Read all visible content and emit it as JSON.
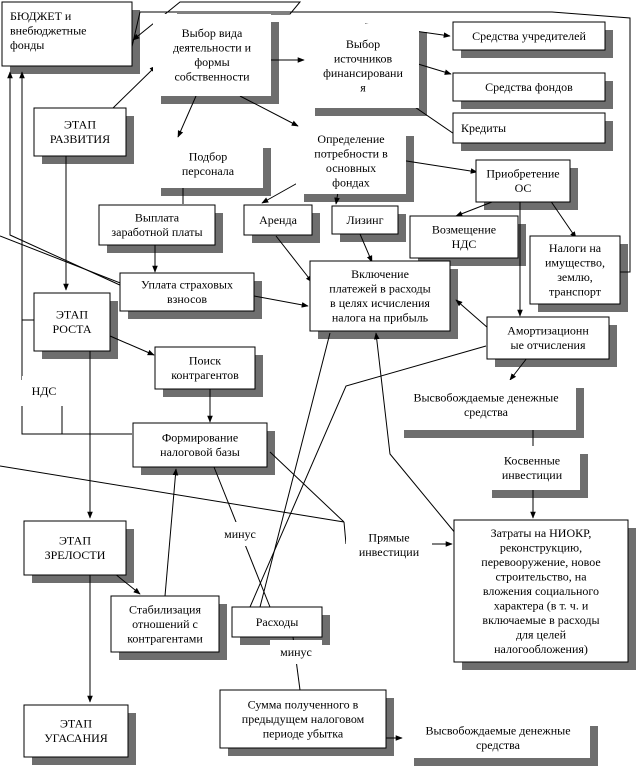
{
  "diagram": {
    "nodes": [
      {
        "id": "budget",
        "lines": [
          "БЮДЖЕТ и",
          "внебюджетные",
          "фонды"
        ],
        "box": true,
        "shadow": true,
        "align": "start"
      },
      {
        "id": "stage_dev",
        "lines": [
          "ЭТАП",
          "РАЗВИТИЯ"
        ],
        "box": true,
        "shadow": true,
        "align": "middle"
      },
      {
        "id": "choose_activity",
        "lines": [
          "Выбор вида",
          "деятельности и",
          "формы",
          "собственности"
        ],
        "box": false,
        "shadow": true,
        "align": "middle"
      },
      {
        "id": "choose_sources",
        "lines": [
          "Выбор",
          "источников",
          "финансировани",
          "я"
        ],
        "box": false,
        "shadow": true,
        "align": "middle"
      },
      {
        "id": "founders",
        "lines": [
          "Средства учредителей"
        ],
        "box": true,
        "shadow": true,
        "align": "middle"
      },
      {
        "id": "funds",
        "lines": [
          "Средства фондов"
        ],
        "box": true,
        "shadow": true,
        "align": "middle"
      },
      {
        "id": "credits",
        "lines": [
          "Кредиты"
        ],
        "box": true,
        "shadow": true,
        "align": "start"
      },
      {
        "id": "staff",
        "lines": [
          "Подбор",
          "персонала"
        ],
        "box": false,
        "shadow": true,
        "align": "middle"
      },
      {
        "id": "needs",
        "lines": [
          "Определение",
          "потребности в",
          "основных",
          "фондах"
        ],
        "box": false,
        "shadow": true,
        "align": "middle"
      },
      {
        "id": "os_acq",
        "lines": [
          "Приобретение",
          "ОС"
        ],
        "box": true,
        "shadow": true,
        "align": "middle"
      },
      {
        "id": "salary",
        "lines": [
          "Выплата",
          "заработной платы"
        ],
        "box": true,
        "shadow": true,
        "align": "middle"
      },
      {
        "id": "rent",
        "lines": [
          "Аренда"
        ],
        "box": true,
        "shadow": true,
        "align": "middle"
      },
      {
        "id": "leasing",
        "lines": [
          "Лизинг"
        ],
        "box": true,
        "shadow": true,
        "align": "middle"
      },
      {
        "id": "vat_refund",
        "lines": [
          "Возмещение",
          "НДС"
        ],
        "box": true,
        "shadow": true,
        "align": "middle"
      },
      {
        "id": "taxes",
        "lines": [
          "Налоги на",
          "имущество,",
          "землю,",
          "транспорт"
        ],
        "box": true,
        "shadow": true,
        "align": "middle"
      },
      {
        "id": "insurance",
        "lines": [
          "Уплата страховых",
          "взносов"
        ],
        "box": true,
        "shadow": true,
        "align": "middle"
      },
      {
        "id": "inclusion",
        "lines": [
          "Включение",
          "платежей в расходы",
          "в целях исчисления",
          "налога на прибыль"
        ],
        "box": true,
        "shadow": true,
        "align": "middle"
      },
      {
        "id": "stage_growth",
        "lines": [
          "ЭТАП",
          "РОСТА"
        ],
        "box": true,
        "shadow": true,
        "align": "middle"
      },
      {
        "id": "depreciation",
        "lines": [
          "Амортизационн",
          "ые отчисления"
        ],
        "box": true,
        "shadow": true,
        "align": "middle"
      },
      {
        "id": "search",
        "lines": [
          "Поиск",
          "контрагентов"
        ],
        "box": true,
        "shadow": true,
        "align": "middle"
      },
      {
        "id": "vat",
        "lines": [
          "НДС"
        ],
        "box": false,
        "shadow": false,
        "align": "middle"
      },
      {
        "id": "released1",
        "lines": [
          "Высвобождаемые денежные",
          "средства"
        ],
        "box": false,
        "shadow": true,
        "align": "middle"
      },
      {
        "id": "tax_base",
        "lines": [
          "Формирование",
          "налоговой базы"
        ],
        "box": true,
        "shadow": true,
        "align": "middle"
      },
      {
        "id": "indirect",
        "lines": [
          "Косвенные",
          "инвестиции"
        ],
        "box": false,
        "shadow": true,
        "align": "middle"
      },
      {
        "id": "stage_mature",
        "lines": [
          "ЭТАП",
          "ЗРЕЛОСТИ"
        ],
        "box": true,
        "shadow": true,
        "align": "middle"
      },
      {
        "id": "minus1",
        "lines": [
          "минус"
        ],
        "box": false,
        "shadow": false,
        "align": "middle"
      },
      {
        "id": "direct",
        "lines": [
          "Прямые",
          "инвестиции"
        ],
        "box": false,
        "shadow": false,
        "align": "middle"
      },
      {
        "id": "rnd",
        "lines": [
          "Затраты на НИОКР,",
          "реконструкцию,",
          "перевооружение, новое",
          "строительство, на",
          "вложения социального",
          "характера (в т. ч. и",
          "включаемые в расходы",
          "для целей",
          "налогообложения)"
        ],
        "box": true,
        "shadow": true,
        "align": "middle"
      },
      {
        "id": "stabilization",
        "lines": [
          "Стабилизация",
          "отношений с",
          "контрагентами"
        ],
        "box": true,
        "shadow": true,
        "align": "middle"
      },
      {
        "id": "expenses",
        "lines": [
          "Расходы"
        ],
        "box": true,
        "shadow": true,
        "align": "middle"
      },
      {
        "id": "minus2",
        "lines": [
          "минус"
        ],
        "box": false,
        "shadow": false,
        "align": "middle"
      },
      {
        "id": "stage_decline",
        "lines": [
          "ЭТАП",
          "УГАСАНИЯ"
        ],
        "box": true,
        "shadow": true,
        "align": "middle"
      },
      {
        "id": "loss",
        "lines": [
          "Сумма полученного в",
          "предыдущем налоговом",
          "периоде убытка"
        ],
        "box": true,
        "shadow": true,
        "align": "middle"
      },
      {
        "id": "released2",
        "lines": [
          "Высвобождаемые денежные",
          "средства"
        ],
        "box": false,
        "shadow": true,
        "align": "middle"
      }
    ],
    "edges": [
      {
        "from": "stage_dev",
        "to": "choose_activity",
        "arrow": true
      },
      {
        "from": "choose_activity",
        "to": "choose_sources",
        "arrow": true
      },
      {
        "from": "choose_activity",
        "to": "budget",
        "arrow": true
      },
      {
        "from": "choose_sources",
        "to": "founders",
        "arrow": true
      },
      {
        "from": "choose_sources",
        "to": "funds",
        "arrow": true
      },
      {
        "from": "choose_sources",
        "to": "credits",
        "arrow": true
      },
      {
        "from": "choose_activity",
        "to": "staff",
        "arrow": true
      },
      {
        "from": "choose_activity",
        "to": "needs",
        "arrow": true
      },
      {
        "from": "needs",
        "to": "os_acq",
        "arrow": true
      },
      {
        "from": "needs",
        "to": "rent",
        "arrow": true
      },
      {
        "from": "needs",
        "to": "leasing",
        "arrow": true
      },
      {
        "from": "staff",
        "to": "salary",
        "arrow": false
      },
      {
        "from": "salary",
        "to": "insurance",
        "arrow": true
      },
      {
        "from": "insurance",
        "to": "budget",
        "arrow": true
      },
      {
        "from": "stage_dev",
        "to": "stage_growth",
        "arrow": true
      },
      {
        "from": "os_acq",
        "to": "vat_refund",
        "arrow": true
      },
      {
        "from": "os_acq",
        "to": "taxes",
        "arrow": true
      },
      {
        "from": "os_acq",
        "to": "depreciation",
        "arrow": true
      },
      {
        "from": "taxes",
        "to": "budget",
        "arrow": true
      },
      {
        "from": "rent",
        "to": "inclusion",
        "arrow": true
      },
      {
        "from": "leasing",
        "to": "inclusion",
        "arrow": true
      },
      {
        "from": "insurance",
        "to": "inclusion",
        "arrow": true
      },
      {
        "from": "depreciation",
        "to": "inclusion",
        "arrow": true
      },
      {
        "from": "depreciation",
        "to": "released1",
        "arrow": true
      },
      {
        "from": "stage_growth",
        "to": "search",
        "arrow": true
      },
      {
        "from": "search",
        "to": "tax_base",
        "arrow": true
      },
      {
        "from": "vat",
        "to": "budget",
        "arrow": true
      },
      {
        "from": "released1",
        "to": "indirect",
        "arrow": false
      },
      {
        "from": "indirect",
        "to": "rnd",
        "arrow": true
      },
      {
        "from": "direct",
        "to": "rnd",
        "arrow": true
      },
      {
        "from": "rnd",
        "to": "inclusion",
        "arrow": true
      },
      {
        "from": "stage_growth",
        "to": "stage_mature",
        "arrow": true
      },
      {
        "from": "stage_mature",
        "to": "stabilization",
        "arrow": true
      },
      {
        "from": "stabilization",
        "to": "tax_base",
        "arrow": true
      },
      {
        "from": "expenses",
        "to": "inclusion",
        "arrow": false
      },
      {
        "from": "expenses",
        "to": "tax_base",
        "arrow": false
      },
      {
        "from": "loss",
        "to": "expenses",
        "arrow": false
      },
      {
        "from": "loss",
        "to": "released2",
        "arrow": true
      },
      {
        "from": "stage_mature",
        "to": "stage_decline",
        "arrow": true
      }
    ]
  }
}
